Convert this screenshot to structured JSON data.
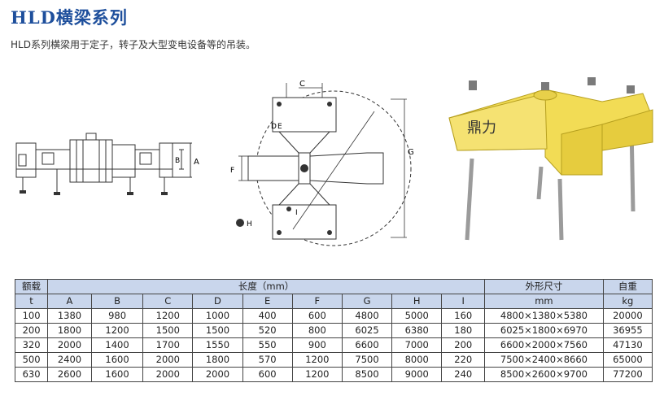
{
  "page": {
    "title": "HLD横梁系列",
    "subtitle": "HLD系列横梁用于定子，转子及大型变电设备等的吊装。"
  },
  "drawing": {
    "side_view": {
      "dim_a": "A",
      "dim_b": "B"
    },
    "top_view": {
      "dim_c": "C",
      "dim_d": "D",
      "dim_e": "E",
      "dim_f": "F",
      "dim_g": "G",
      "dim_h": "H",
      "dim_i": "I"
    },
    "photo_brand": "鼎力",
    "colors": {
      "beam_yellow": "#f2dc55",
      "rod_gray": "#c8c8c8"
    }
  },
  "table": {
    "header1": {
      "rated": "额载",
      "length": "长度（mm）",
      "outer": "外形尺寸",
      "weight": "自重"
    },
    "header2": [
      "t",
      "A",
      "B",
      "C",
      "D",
      "E",
      "F",
      "G",
      "H",
      "I",
      "mm",
      "kg"
    ],
    "rows": [
      [
        "100",
        "1380",
        "980",
        "1200",
        "1000",
        "400",
        "600",
        "4800",
        "5000",
        "160",
        "4800×1380×5380",
        "20000"
      ],
      [
        "200",
        "1800",
        "1200",
        "1500",
        "1500",
        "520",
        "800",
        "6025",
        "6380",
        "180",
        "6025×1800×6970",
        "36955"
      ],
      [
        "320",
        "2000",
        "1400",
        "1700",
        "1550",
        "550",
        "900",
        "6600",
        "7000",
        "200",
        "6600×2000×7560",
        "47130"
      ],
      [
        "500",
        "2400",
        "1600",
        "2000",
        "1800",
        "570",
        "1200",
        "7500",
        "8000",
        "220",
        "7500×2400×8660",
        "65000"
      ],
      [
        "630",
        "2600",
        "1600",
        "2000",
        "2000",
        "600",
        "1200",
        "8500",
        "9000",
        "240",
        "8500×2600×9700",
        "77200"
      ]
    ],
    "colors": {
      "header_bg": "#c9d6ec",
      "border": "#444444"
    }
  }
}
